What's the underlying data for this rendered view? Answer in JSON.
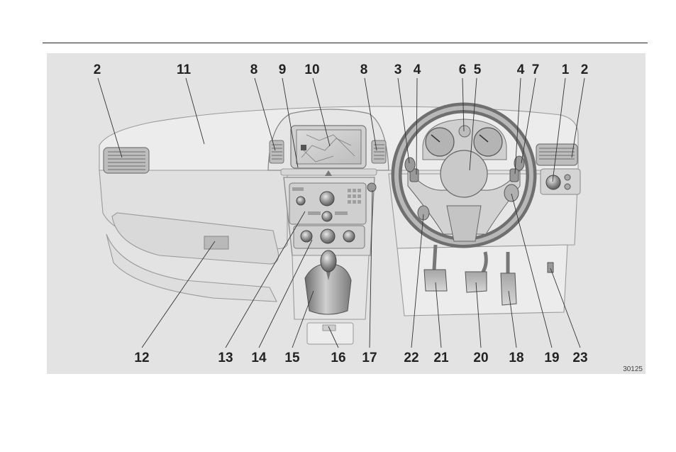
{
  "figure": {
    "id_label": "30125",
    "callouts_top": [
      {
        "id": "top-2-left",
        "label": "2"
      },
      {
        "id": "top-11",
        "label": "11"
      },
      {
        "id": "top-8-left",
        "label": "8"
      },
      {
        "id": "top-9",
        "label": "9"
      },
      {
        "id": "top-10",
        "label": "10"
      },
      {
        "id": "top-8-right",
        "label": "8"
      },
      {
        "id": "top-3",
        "label": "3"
      },
      {
        "id": "top-4-left",
        "label": "4"
      },
      {
        "id": "top-6",
        "label": "6"
      },
      {
        "id": "top-5",
        "label": "5"
      },
      {
        "id": "top-4-right",
        "label": "4"
      },
      {
        "id": "top-7",
        "label": "7"
      },
      {
        "id": "top-1",
        "label": "1"
      },
      {
        "id": "top-2-right",
        "label": "2"
      }
    ],
    "callouts_bottom": [
      {
        "id": "bottom-12",
        "label": "12"
      },
      {
        "id": "bottom-13",
        "label": "13"
      },
      {
        "id": "bottom-14",
        "label": "14"
      },
      {
        "id": "bottom-15",
        "label": "15"
      },
      {
        "id": "bottom-16",
        "label": "16"
      },
      {
        "id": "bottom-17",
        "label": "17"
      },
      {
        "id": "bottom-22",
        "label": "22"
      },
      {
        "id": "bottom-21",
        "label": "21"
      },
      {
        "id": "bottom-20",
        "label": "20"
      },
      {
        "id": "bottom-18",
        "label": "18"
      },
      {
        "id": "bottom-19",
        "label": "19"
      },
      {
        "id": "bottom-23",
        "label": "23"
      }
    ]
  }
}
